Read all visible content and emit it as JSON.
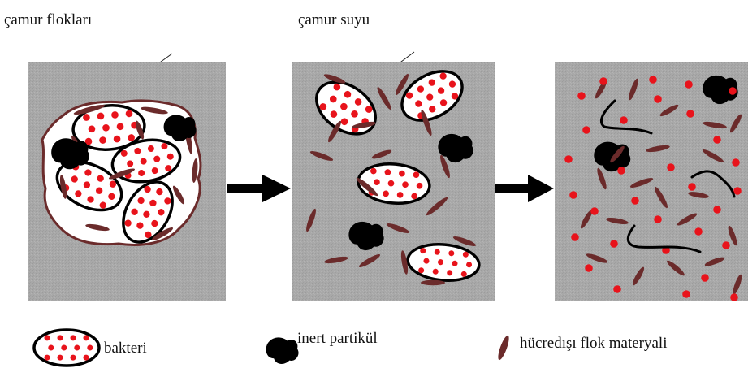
{
  "labels": {
    "flocs": "çamur flokları",
    "water": "çamur suyu"
  },
  "legend": {
    "bacteria": "bakteri",
    "inert": "inert partikül",
    "eps": "hücredışı flok materyali"
  },
  "colors": {
    "panel_bg": "#a9a9a9",
    "bacteria_dot": "#e8131b",
    "eps": "#6b2b2b",
    "outline": "#000000",
    "floc_fill": "#ffffff"
  }
}
